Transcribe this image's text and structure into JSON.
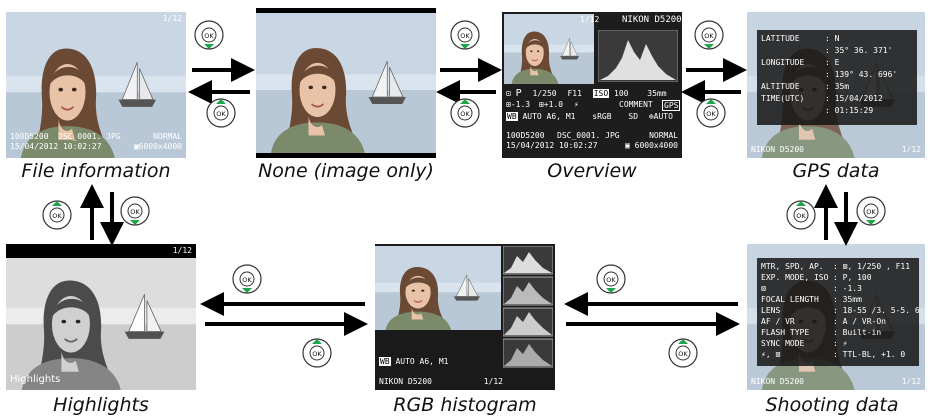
{
  "captions": {
    "file_information": "File information",
    "none_image_only": "None (image only)",
    "overview": "Overview",
    "gps_data": "GPS data",
    "highlights": "Highlights",
    "rgb_histogram": "RGB histogram",
    "shooting_data": "Shooting data"
  },
  "file_info_panel": {
    "frame_counter": "1/12",
    "folder": "100D5200",
    "filename": "DSC_0001. JPG",
    "quality": "NORMAL",
    "date_time": "15/04/2012  10:02:27",
    "size": "6000x4000"
  },
  "overview_panel": {
    "frame_counter": "1/12",
    "camera": "NIKON D5200",
    "mode": "P",
    "shutter": "1/250",
    "aperture": "F11",
    "iso_label": "ISO",
    "iso": "100",
    "focal": "35mm",
    "exp_comp": "-1.3",
    "flash_comp": "+1.0",
    "comment": "COMMENT",
    "gps": "GPS",
    "wb_label": "WB",
    "wb": "AUTO A6, M1",
    "color_space": "sRGB",
    "picture_control": "SD",
    "adl": "AUTO",
    "folder": "100D5200",
    "filename": "DSC_0001. JPG",
    "quality": "NORMAL",
    "date_time": "15/04/2012  10:02:27",
    "size": "6000x4000"
  },
  "gps_panel": {
    "rows": [
      {
        "label": "LATITUDE",
        "value": ": N"
      },
      {
        "label": "",
        "value": ": 35°  36. 371'"
      },
      {
        "label": "LONGITUDE",
        "value": ": E"
      },
      {
        "label": "",
        "value": ": 139°  43. 696'"
      },
      {
        "label": "ALTITUDE",
        "value": ": 35m"
      },
      {
        "label": "TIME(UTC)",
        "value": ": 15/04/2012"
      },
      {
        "label": "",
        "value": ": 01:15:29"
      }
    ],
    "camera": "NIKON D5200",
    "frame_counter": "1/12"
  },
  "highlights_panel": {
    "frame_counter": "1/12",
    "label": "Highlights"
  },
  "rgb_panel": {
    "wb": "AUTO A6, M1",
    "camera": "NIKON D5200",
    "frame_counter": "1/12"
  },
  "shooting_panel": {
    "rows": [
      {
        "label": "MTR, SPD, AP.",
        "value": ": ⊠, 1/250   , F11"
      },
      {
        "label": "EXP. MODE, ISO",
        "value": ": P, 100"
      },
      {
        "label": "⊠",
        "value": ": -1.3"
      },
      {
        "label": "FOCAL LENGTH",
        "value": ": 35mm"
      },
      {
        "label": "LENS",
        "value": ": 18-55      /3. 5-5. 6"
      },
      {
        "label": "AF / VR",
        "value": ": A / VR-On"
      },
      {
        "label": "FLASH TYPE",
        "value": ": Built-in"
      },
      {
        "label": "SYNC MODE",
        "value": ": ⚡"
      },
      {
        "label": "⚡, ⊠",
        "value": ": TTL-BL, +1. 0"
      }
    ],
    "camera": "NIKON D5200",
    "frame_counter": "1/12"
  },
  "dpad": {
    "center_label": "OK"
  },
  "colors": {
    "dpad_green": "#1fa64a",
    "arrow": "#000000"
  }
}
